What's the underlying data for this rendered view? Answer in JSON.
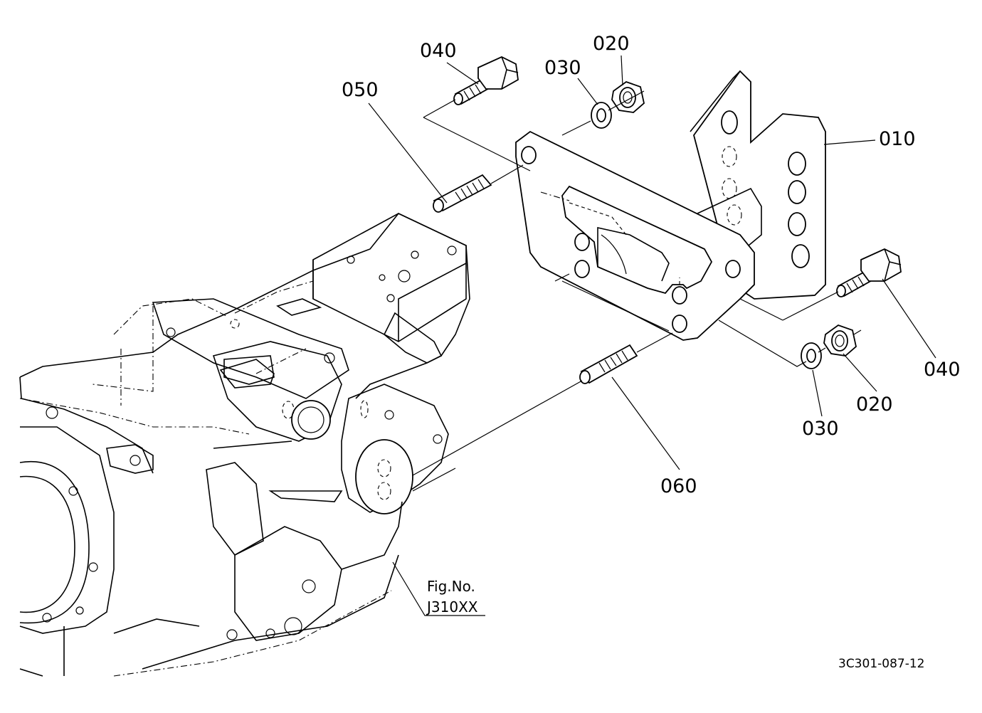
{
  "parts": [
    {
      "id": "p010",
      "label": "010"
    },
    {
      "id": "p020a",
      "label": "020"
    },
    {
      "id": "p020b",
      "label": "020"
    },
    {
      "id": "p030a",
      "label": "030"
    },
    {
      "id": "p030b",
      "label": "030"
    },
    {
      "id": "p040a",
      "label": "040"
    },
    {
      "id": "p040b",
      "label": "040"
    },
    {
      "id": "p050",
      "label": "050"
    },
    {
      "id": "p060",
      "label": "060"
    }
  ],
  "reference": {
    "line1": "Fig.No.",
    "line2": "J310XX"
  },
  "drawing_number": "3C301-087-12"
}
